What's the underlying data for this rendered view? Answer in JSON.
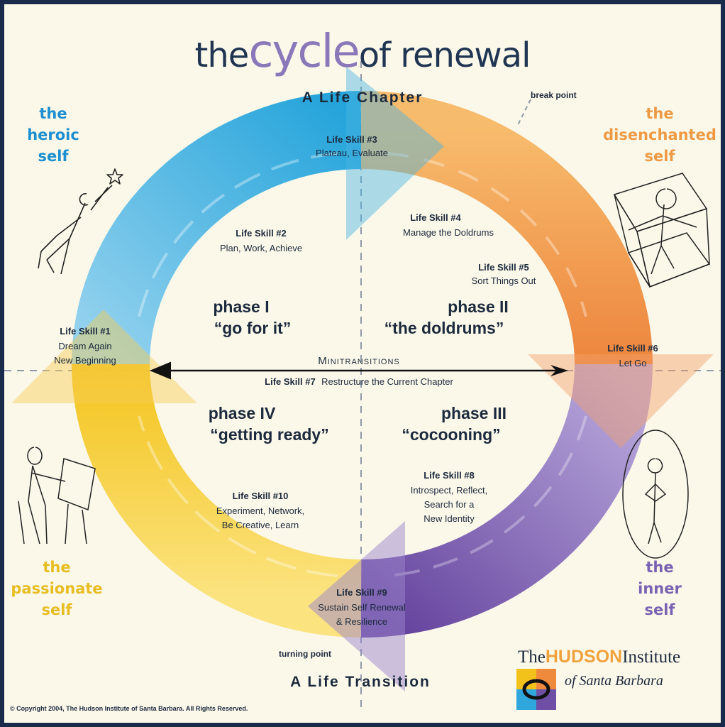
{
  "title": {
    "part1": "the",
    "part2": "cycle",
    "part3": "of renewal"
  },
  "top_label": "A Life Chapter",
  "bottom_label": "A Life Transition",
  "break_point": "break point",
  "turning_point": "turning point",
  "minitransitions": "Minitransitions",
  "selves": {
    "heroic": [
      "the",
      "heroic",
      "self"
    ],
    "disenchanted": [
      "the",
      "disenchanted",
      "self"
    ],
    "inner": [
      "the",
      "inner",
      "self"
    ],
    "passionate": [
      "the",
      "passionate",
      "self"
    ]
  },
  "phases": {
    "p1": {
      "title": "phase I",
      "subtitle": "“go for it”"
    },
    "p2": {
      "title": "phase II",
      "subtitle": "“the doldrums”"
    },
    "p3": {
      "title": "phase III",
      "subtitle": "“cocooning”"
    },
    "p4": {
      "title": "phase IV",
      "subtitle": "“getting ready”"
    }
  },
  "skills": {
    "s1": {
      "title": "Life Skill #1",
      "lines": [
        "Dream Again",
        "New Beginning"
      ]
    },
    "s2": {
      "title": "Life Skill #2",
      "lines": [
        "Plan, Work, Achieve"
      ]
    },
    "s3": {
      "title": "Life Skill #3",
      "lines": [
        "Plateau, Evaluate"
      ]
    },
    "s4": {
      "title": "Life Skill #4",
      "lines": [
        "Manage the Doldrums"
      ]
    },
    "s5": {
      "title": "Life Skill #5",
      "lines": [
        "Sort Things Out"
      ]
    },
    "s6": {
      "title": "Life Skill #6",
      "lines": [
        "Let Go"
      ]
    },
    "s7": {
      "title": "Life Skill #7",
      "line": "Restructure the Current Chapter"
    },
    "s8": {
      "title": "Life Skill #8",
      "lines": [
        "Introspect, Reflect,",
        "Search for a",
        "New Identity"
      ]
    },
    "s9": {
      "title": "Life Skill #9",
      "lines": [
        "Sustain Self Renewal",
        "& Resilience"
      ]
    },
    "s10": {
      "title": "Life Skill #10",
      "lines": [
        "Experiment, Network,",
        "Be Creative, Learn"
      ]
    }
  },
  "logo": {
    "the": "The",
    "name": "HUDSON",
    "institute": "Institute",
    "sub": "of Santa Barbara"
  },
  "copyright": "© Copyright 2004, The Hudson Institute of Santa Barbara.  All Rights Reserved.",
  "colors": {
    "blue": "#2fa6dc",
    "orange": "#ef8a3c",
    "purple": "#6f4fa6",
    "yellow": "#f2c21b",
    "title_navy": "#1f3552",
    "title_accent": "#8a78b8",
    "background": "#fbf8ea"
  }
}
